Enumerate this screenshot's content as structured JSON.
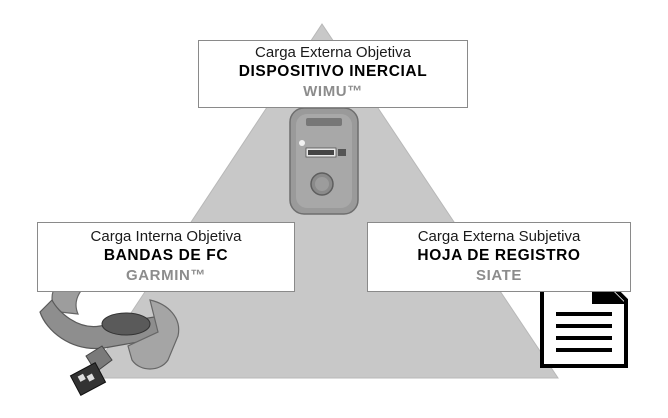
{
  "top": {
    "line1": "Carga Externa Objetiva",
    "line2": "DISPOSITIVO INERCIAL",
    "line3": "WIMU™",
    "image_icon": "wimu-device-icon"
  },
  "left": {
    "line1": "Carga Interna Objetiva",
    "line2": "BANDAS DE FC",
    "line3": "GARMIN™",
    "image_icon": "heart-rate-strap-icon"
  },
  "right": {
    "line1": "Carga Externa Subjetiva",
    "line2": "HOJA DE REGISTRO",
    "line3": "SIATE",
    "image_icon": "document-icon"
  },
  "colors": {
    "triangle_fill": "#c8c8c8",
    "label_grey": "#8c8c8c",
    "box_border": "#8a8a8a"
  }
}
